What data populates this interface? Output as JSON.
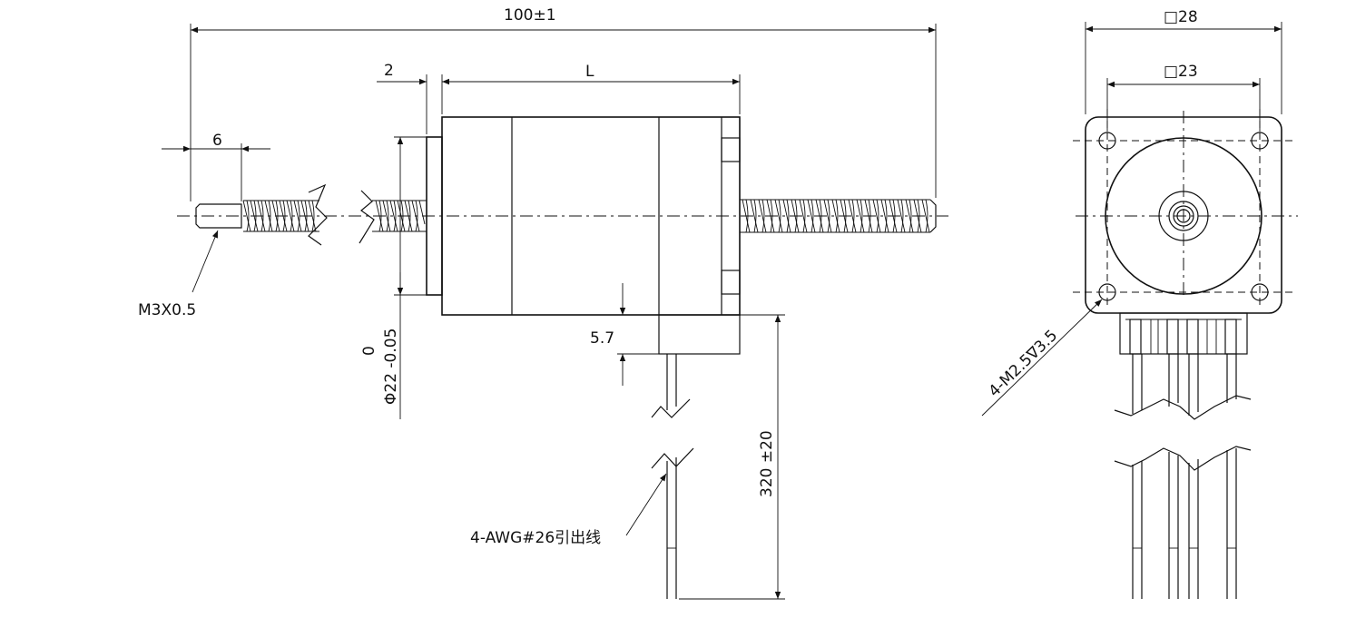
{
  "dimensions": {
    "overall_length": "100±1",
    "flange_step": "2",
    "body_length": "L",
    "thread_length": "6",
    "thread_spec": "M3X0.5",
    "pilot_tol_top": "0",
    "pilot_diameter": "Φ22 -0.05",
    "connector_height": "5.7",
    "lead_length": "320 ±20",
    "lead_wire": "4-AWG#26引出线",
    "frame_size": "□28",
    "hole_pitch": "□23",
    "mount_holes": "4-M2.5∇3.5"
  }
}
